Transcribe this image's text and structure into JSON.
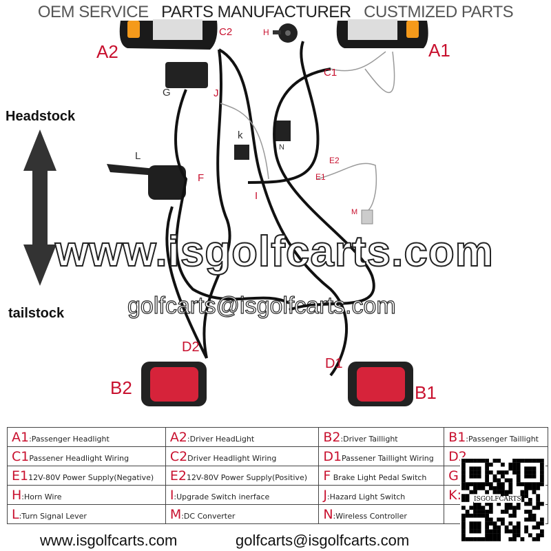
{
  "banner": {
    "left": "OEM SERVICE",
    "mid": "PARTS MANUFACTURER",
    "right": "CUSTMIZED PARTS"
  },
  "diagram_labels": {
    "A1": "A1",
    "A2": "A2",
    "B1": "B1",
    "B2": "B2",
    "C1": "C1",
    "C2": "C2",
    "D1": "D1",
    "D2": "D2",
    "E1": "E1",
    "E2": "E2",
    "F": "F",
    "G": "G",
    "H": "H",
    "I": "I",
    "J": "J",
    "K": "k",
    "L": "L",
    "M": "M",
    "N": "N"
  },
  "orientation": {
    "top": "Headstock",
    "bottom": "tailstock"
  },
  "watermark": {
    "site": "www.isgolfcarts.com",
    "email": "golfcarts@isgolfcarts.com"
  },
  "legend": [
    [
      {
        "k": "A1",
        "t": ":Passenger Headlight"
      },
      {
        "k": "A2",
        "t": ":Driver HeadLight"
      },
      {
        "k": "B2",
        "t": ":Driver Taillight"
      },
      {
        "k": "B1",
        "t": ":Passenger Taillight"
      }
    ],
    [
      {
        "k": "C1",
        "t": "Passener Headlight Wiring"
      },
      {
        "k": "C2",
        "t": "Driver Headlight Wiring"
      },
      {
        "k": "D1",
        "t": "Passener Taillight Wiring"
      },
      {
        "k": "D2",
        "t": ""
      }
    ],
    [
      {
        "k": "E1",
        "t": "12V-80V Power Supply(Negative)"
      },
      {
        "k": "E2",
        "t": "12V-80V Power Supply(Positive)"
      },
      {
        "k": "F",
        "t": " Brake Light Pedal Switch"
      },
      {
        "k": "G:",
        "t": ""
      }
    ],
    [
      {
        "k": "H",
        "t": ":Horn Wire"
      },
      {
        "k": "I",
        "t": ":Upgrade Switch inerface"
      },
      {
        "k": "J",
        "t": ":Hazard Light Switch"
      },
      {
        "k": "K:",
        "t": ""
      }
    ],
    [
      {
        "k": "L",
        "t": ":Turn Signal Lever"
      },
      {
        "k": "M",
        "t": ":DC Converter"
      },
      {
        "k": "N",
        "t": ":Wireless Controller"
      },
      {
        "k": "",
        "t": ""
      }
    ]
  ],
  "footer": {
    "site": "www.isgolfcarts.com",
    "email": "golfcarts@isgolfcarts.com"
  },
  "qr": {
    "caption": "ISGOLFCARTS"
  }
}
